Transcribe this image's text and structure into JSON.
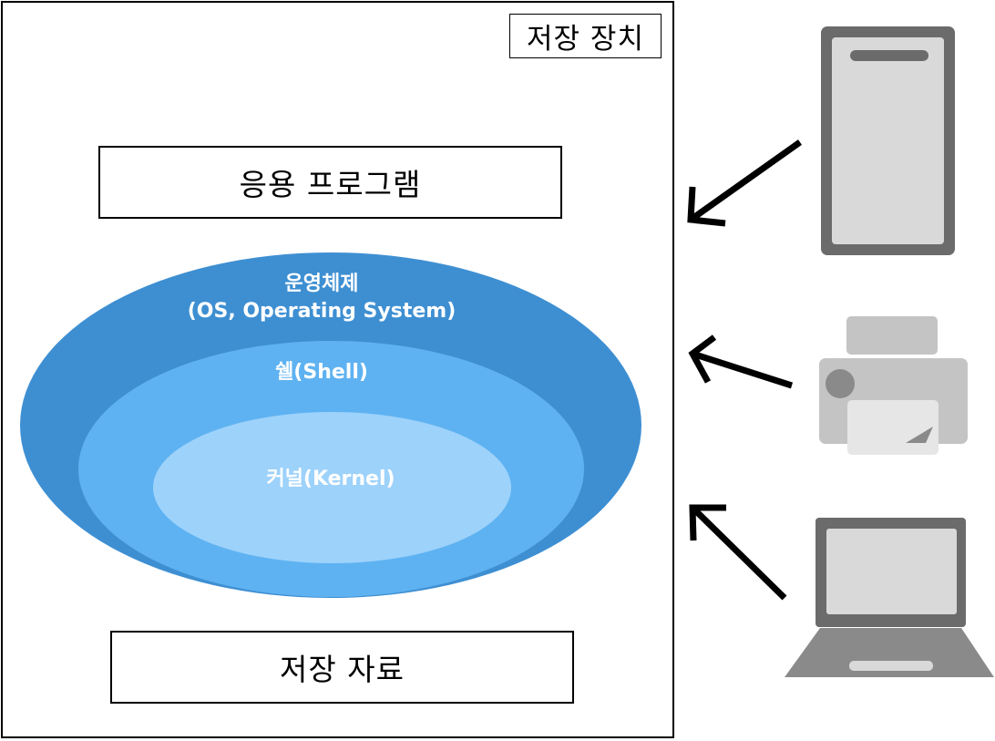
{
  "storage": {
    "title": "저장 장치"
  },
  "app_box": {
    "label": "응용 프로그램"
  },
  "os": {
    "line1": "운영체제",
    "line2": "(OS, Operating System)"
  },
  "shell": {
    "label": "쉘(Shell)"
  },
  "kernel": {
    "label": "커널(Kernel)"
  },
  "data_box": {
    "label": "저장 자료"
  },
  "devices": [
    {
      "icon": "smartphone-icon"
    },
    {
      "icon": "printer-icon"
    },
    {
      "icon": "laptop-icon"
    }
  ],
  "colors": {
    "os": "#3e8fd2",
    "shell": "#5eb2f1",
    "kernel": "#9dd2fb",
    "device_dark": "#6b6b6b",
    "device_light": "#d9d9d9"
  }
}
